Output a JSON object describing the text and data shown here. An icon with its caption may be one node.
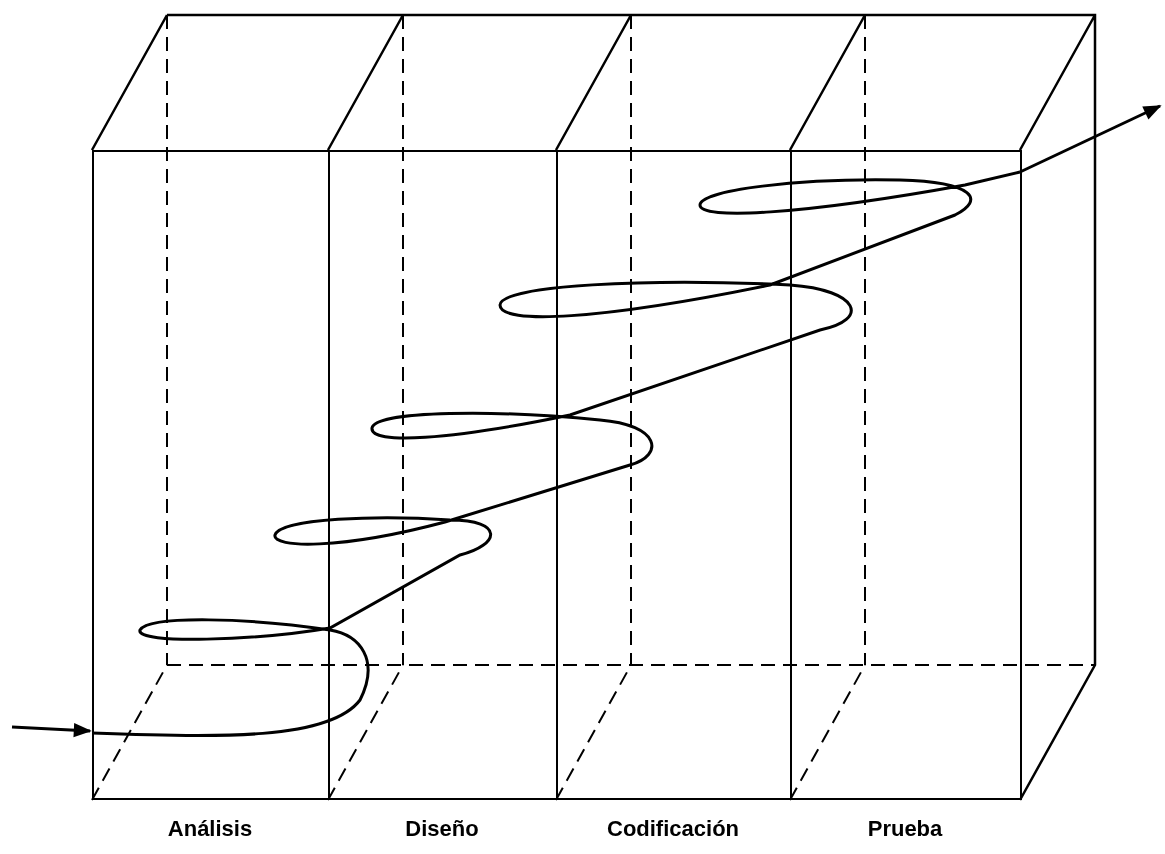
{
  "diagram": {
    "nodes": [
      {
        "text": [
          "Análisis"
        ]
      },
      {
        "text": [
          "Diseño"
        ]
      },
      {
        "text": [
          "Codificación"
        ]
      },
      {
        "text": [
          "Prueba"
        ]
      }
    ],
    "edges": [
      {
        "from": null,
        "to": 0,
        "arrow": "to"
      },
      {
        "from": 3,
        "to": null,
        "arrow": "to"
      }
    ]
  }
}
